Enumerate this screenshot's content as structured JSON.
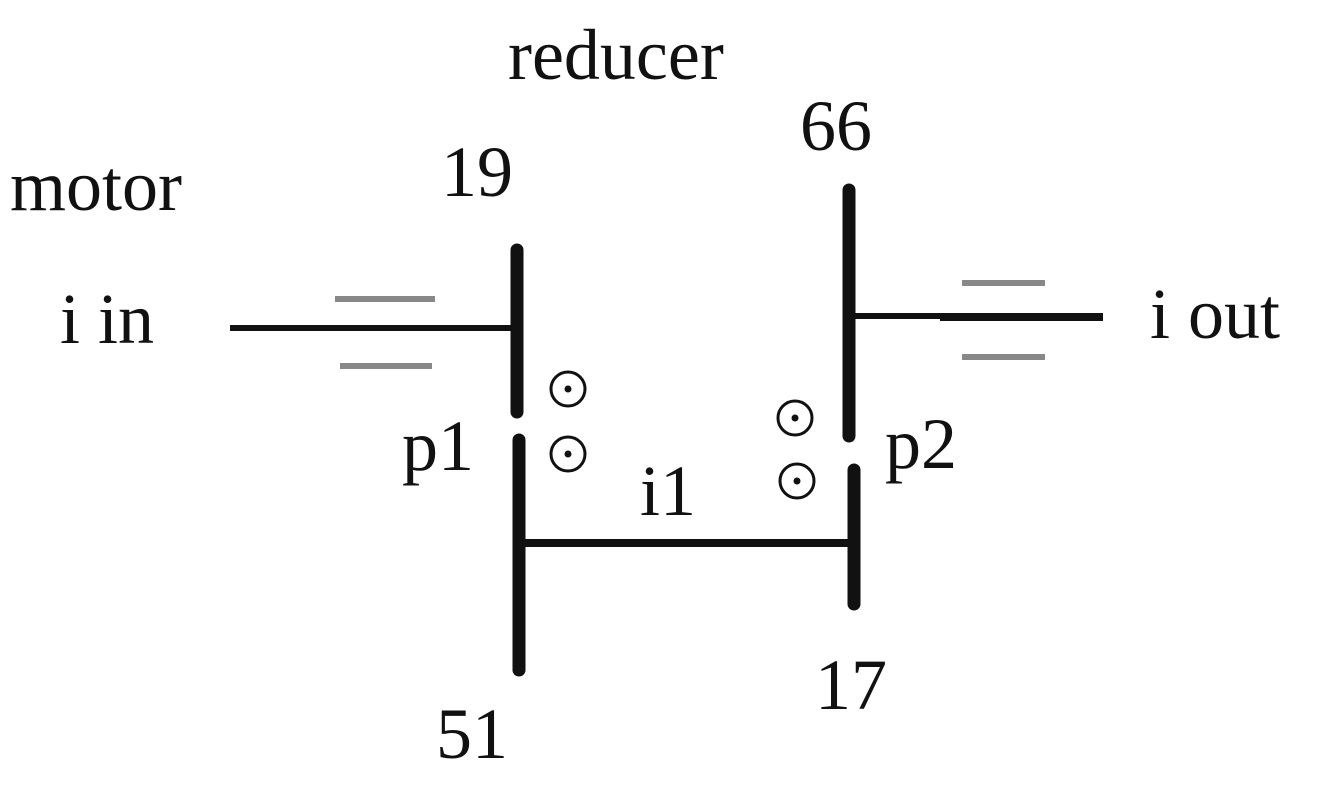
{
  "labels": {
    "title": "reducer",
    "motor": "motor",
    "input": "i in",
    "output": "i out",
    "intermediate": "i1",
    "pair1": "p1",
    "pair2": "p2"
  },
  "gears": {
    "z1": "19",
    "z2": "51",
    "z3": "17",
    "z4": "66"
  },
  "colors": {
    "line": "#111111",
    "bearing": "#888888",
    "text": "#111111"
  },
  "icons": {
    "mesh_marker": "circled-dot",
    "bearing": "double-bar-bearing"
  }
}
